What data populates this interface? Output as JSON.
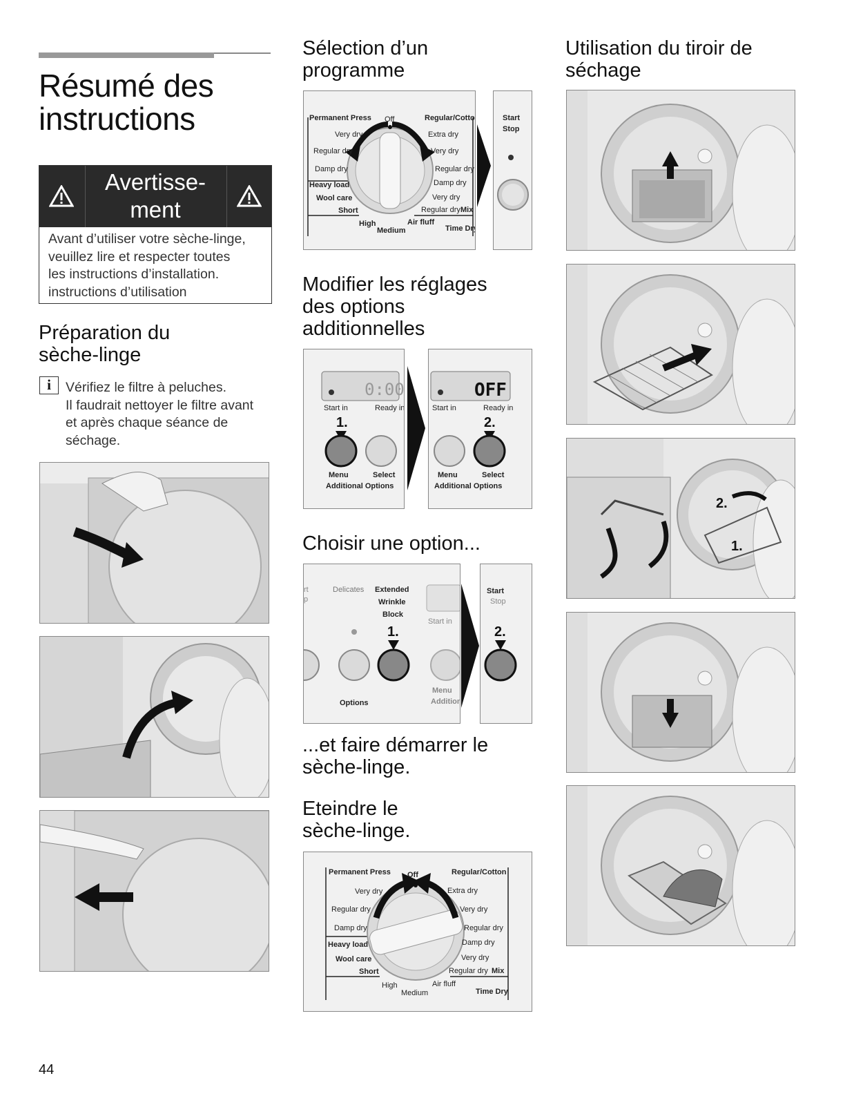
{
  "left": {
    "title_line1": "Résumé des",
    "title_line2": "instructions",
    "warning": {
      "heading_line1": "Avertisse-",
      "heading_line2": "ment",
      "text_lines": [
        "Avant d’utiliser votre sèche-linge,",
        "veuillez lire et respecter toutes",
        "les instructions d’installation.",
        "instructions d’utilisation"
      ]
    },
    "prep_title_line1": "Préparation du",
    "prep_title_line2": "sèche-linge",
    "info_icon": "i",
    "info_lines": [
      "Vérifiez le filtre à peluches.",
      "Il faudrait nettoyer le filtre avant",
      "et après chaque séance de",
      "séchage."
    ]
  },
  "middle": {
    "select_title_line1": "Sélection d’un",
    "select_title_line2": "programme",
    "modify_title_line1": "Modifier les réglages",
    "modify_title_line2": "des options",
    "modify_title_line3": "additionnelles",
    "choose_title": "Choisir une option...",
    "start_title_line1": "...et faire démarrer le",
    "start_title_line2": "sèche-linge.",
    "off_title_line1": "Eteindre le",
    "off_title_line2": "sèche-linge."
  },
  "right": {
    "title_line1": "Utilisation du tiroir de",
    "title_line2": "séchage"
  },
  "dial": {
    "permanent_press": "Permanent Press",
    "off": "Off",
    "regular_cotton": "Regular/Cotton",
    "very_dry_l": "Very dry",
    "extra_dry": "Extra dry",
    "regular_dry_l": "Regular dry",
    "very_dry_r": "Very dry",
    "damp_dry_l": "Damp dry",
    "regular_dry_r": "Regular dry",
    "heavy_load": "Heavy load",
    "damp_dry_r": "Damp dry",
    "wool_care": "Wool care",
    "very_dry_r2": "Very dry",
    "short": "Short",
    "regular_dry_mix": "Regular dry",
    "mix": "Mix",
    "high": "High",
    "medium": "Medium",
    "air_fluff": "Air fluff",
    "time_dry": "Time Dry"
  },
  "start_panel": {
    "start": "Start",
    "stop": "Stop"
  },
  "options_panel": {
    "display_a": "0:00",
    "display_b": "OFF",
    "start_in": "Start in",
    "ready_in": "Ready in",
    "step1": "1.",
    "step2": "2.",
    "menu": "Menu",
    "select": "Select",
    "additional_options": "Additional Options"
  },
  "choose_panel": {
    "rt": "rt",
    "p": "p",
    "delicates": "Delicates",
    "extended": "Extended",
    "wrinkle": "Wrinkle",
    "block": "Block",
    "start_in": "Start in",
    "step1": "1.",
    "step2": "2.",
    "options": "Options",
    "menu": "Menu",
    "addition": "Addition",
    "start": "Start",
    "stop": "Stop"
  },
  "drawer_steps": {
    "step2": "2.",
    "step1": "1."
  },
  "page_number": "44"
}
